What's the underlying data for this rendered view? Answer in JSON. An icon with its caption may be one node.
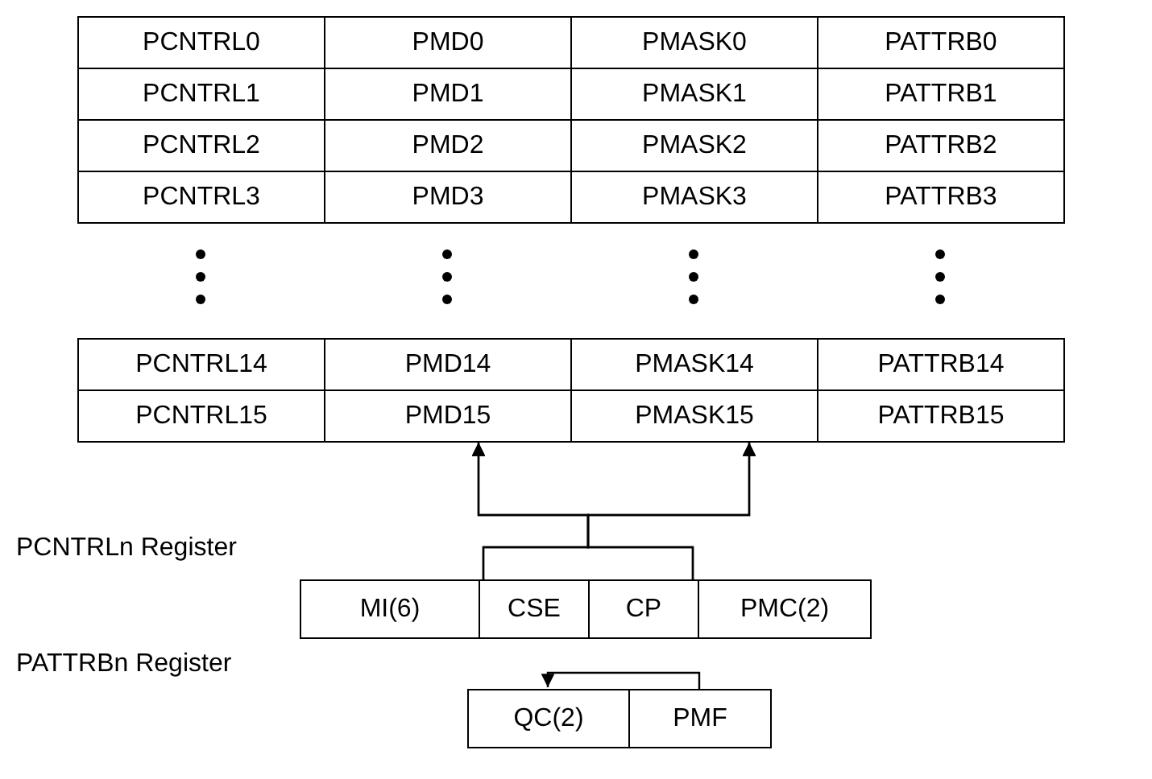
{
  "diagram": {
    "nodes": [
      {
        "text": [
          "PCNTRL0"
        ]
      },
      {
        "text": [
          "PMD0"
        ]
      },
      {
        "text": [
          "PMASK0"
        ]
      },
      {
        "text": [
          "PATTRB0"
        ]
      },
      {
        "text": [
          "PCNTRL1"
        ]
      },
      {
        "text": [
          "PMD1"
        ]
      },
      {
        "text": [
          "PMASK1"
        ]
      },
      {
        "text": [
          "PATTRB1"
        ]
      },
      {
        "text": [
          "PCNTRL2"
        ]
      },
      {
        "text": [
          "PMD2"
        ]
      },
      {
        "text": [
          "PMASK2"
        ]
      },
      {
        "text": [
          "PATTRB2"
        ]
      },
      {
        "text": [
          "PCNTRL3"
        ]
      },
      {
        "text": [
          "PMD3"
        ]
      },
      {
        "text": [
          "PMASK3"
        ]
      },
      {
        "text": [
          "PATTRB3"
        ]
      },
      {
        "text": [
          "PCNTRL14"
        ]
      },
      {
        "text": [
          "PMD14"
        ]
      },
      {
        "text": [
          "PMASK14"
        ]
      },
      {
        "text": [
          "PATTRB14"
        ]
      },
      {
        "text": [
          "PCNTRL15"
        ]
      },
      {
        "text": [
          "PMD15"
        ]
      },
      {
        "text": [
          "PMASK15"
        ]
      },
      {
        "text": [
          "PATTRB15"
        ]
      },
      {
        "text": [
          "MI(6)"
        ]
      },
      {
        "text": [
          "CSE"
        ]
      },
      {
        "text": [
          "CP"
        ]
      },
      {
        "text": [
          "PMC(2)"
        ]
      },
      {
        "text": [
          "QC(2)"
        ]
      },
      {
        "text": [
          "PMF"
        ]
      }
    ],
    "edges": [
      {
        "from": 25,
        "to": 21,
        "arrow": "to"
      },
      {
        "from": 25,
        "to": 22,
        "arrow": "to"
      },
      {
        "from": 26,
        "to": 21,
        "arrow": "to"
      },
      {
        "from": 26,
        "to": 22,
        "arrow": "to"
      },
      {
        "from": 29,
        "to": 28,
        "arrow": "to"
      }
    ],
    "labels": [
      "PCNTRLn Register",
      "PATTRBn Register"
    ]
  }
}
